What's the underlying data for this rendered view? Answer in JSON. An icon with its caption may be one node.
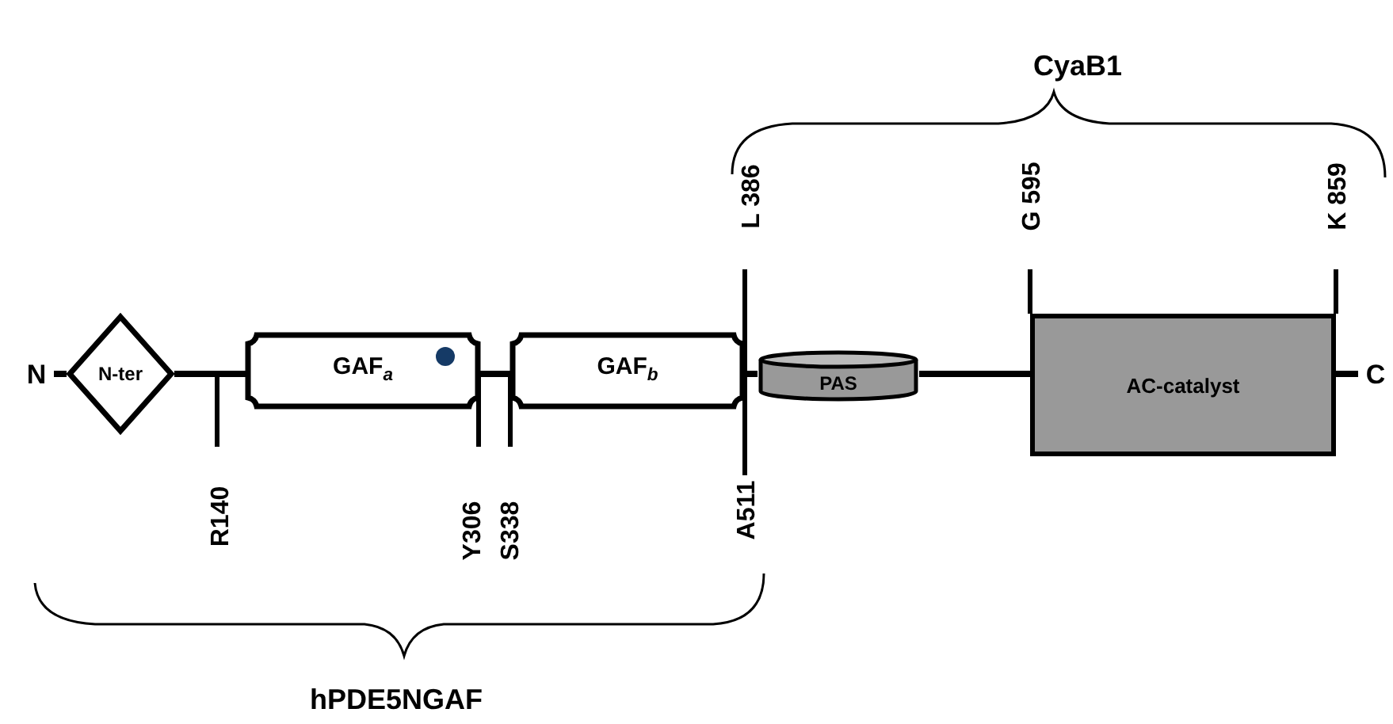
{
  "diagram": {
    "nodes": [
      {
        "text": [
          "N"
        ]
      },
      {
        "text": [
          "N-ter"
        ]
      },
      {
        "text": [
          "GAF$_{a}$"
        ]
      },
      {
        "text": [
          "GAF$_{b}$"
        ]
      },
      {
        "text": [
          "PAS"
        ]
      },
      {
        "text": [
          "AC-catalyst"
        ]
      },
      {
        "text": [
          "C"
        ]
      }
    ],
    "edges": [
      {
        "from": 0,
        "to": 1,
        "arrow": "none"
      },
      {
        "from": 1,
        "to": 2,
        "arrow": "none"
      },
      {
        "from": 2,
        "to": 3,
        "arrow": "none"
      },
      {
        "from": 3,
        "to": 4,
        "arrow": "none"
      },
      {
        "from": 4,
        "to": 5,
        "arrow": "none"
      },
      {
        "from": 5,
        "to": 6,
        "arrow": "none"
      }
    ],
    "labels": [
      "CyaB1",
      "L 386",
      "G 595",
      "K 859",
      "R140",
      "Y306",
      "S338",
      "A511",
      "hPDE5NGAF"
    ]
  }
}
